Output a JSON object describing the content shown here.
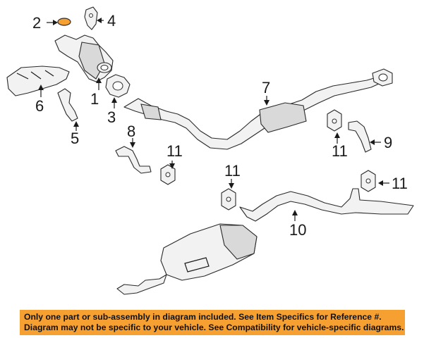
{
  "callouts": {
    "c1": "1",
    "c2": "2",
    "c3": "3",
    "c4": "4",
    "c5": "5",
    "c6": "6",
    "c7": "7",
    "c8": "8",
    "c9": "9",
    "c10": "10",
    "c11a": "11",
    "c11b": "11",
    "c11c": "11",
    "c11d": "11"
  },
  "footer": {
    "line1": "Only one part or sub-assembly in diagram included. See Item Specifics for Reference #.",
    "line2": "Diagram may not be specific to your vehicle. See Compatibility for vehicle-specific diagrams."
  },
  "colors": {
    "footer_background": "#f7a032",
    "ink": "#1a1a1a",
    "part_highlight": "#f7a032"
  }
}
